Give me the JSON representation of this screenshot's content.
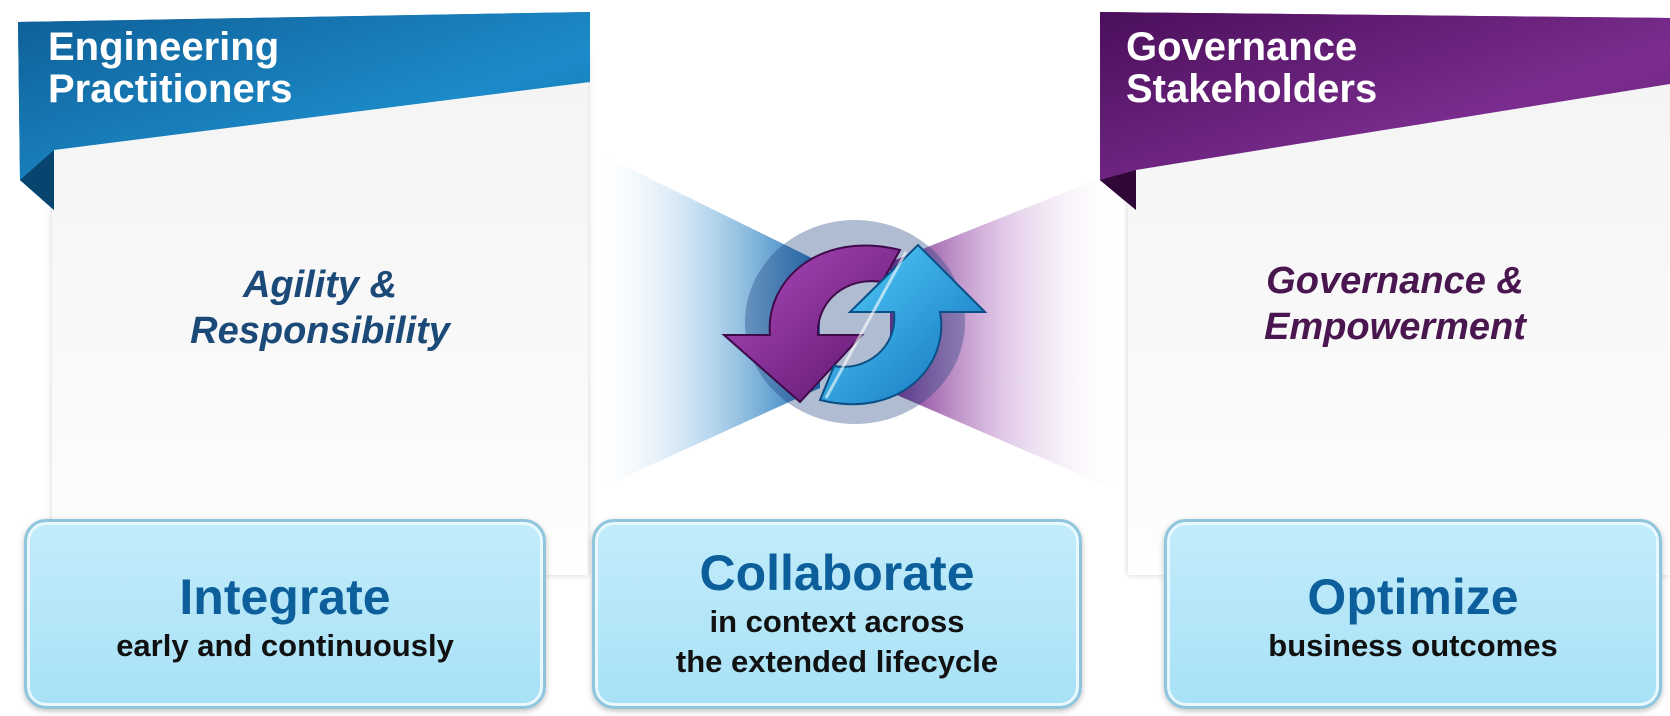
{
  "left": {
    "title": "Engineering Practitioners",
    "theme_line1": "Agility &",
    "theme_line2": "Responsibility",
    "color": "#0a6aa8"
  },
  "right": {
    "title_line1": "Governance",
    "title_line2": "Stakeholders",
    "theme_line1": "Governance &",
    "theme_line2": "Empowerment",
    "color": "#5e1a6e"
  },
  "center": {
    "icon": "sync-arrows-icon"
  },
  "cards": {
    "integrate": {
      "title": "Integrate",
      "subtitle": "early and continuously"
    },
    "collaborate": {
      "title": "Collaborate",
      "subtitle_line1": "in context across",
      "subtitle_line2": "the extended lifecycle"
    },
    "optimize": {
      "title": "Optimize",
      "subtitle": "business outcomes"
    }
  }
}
